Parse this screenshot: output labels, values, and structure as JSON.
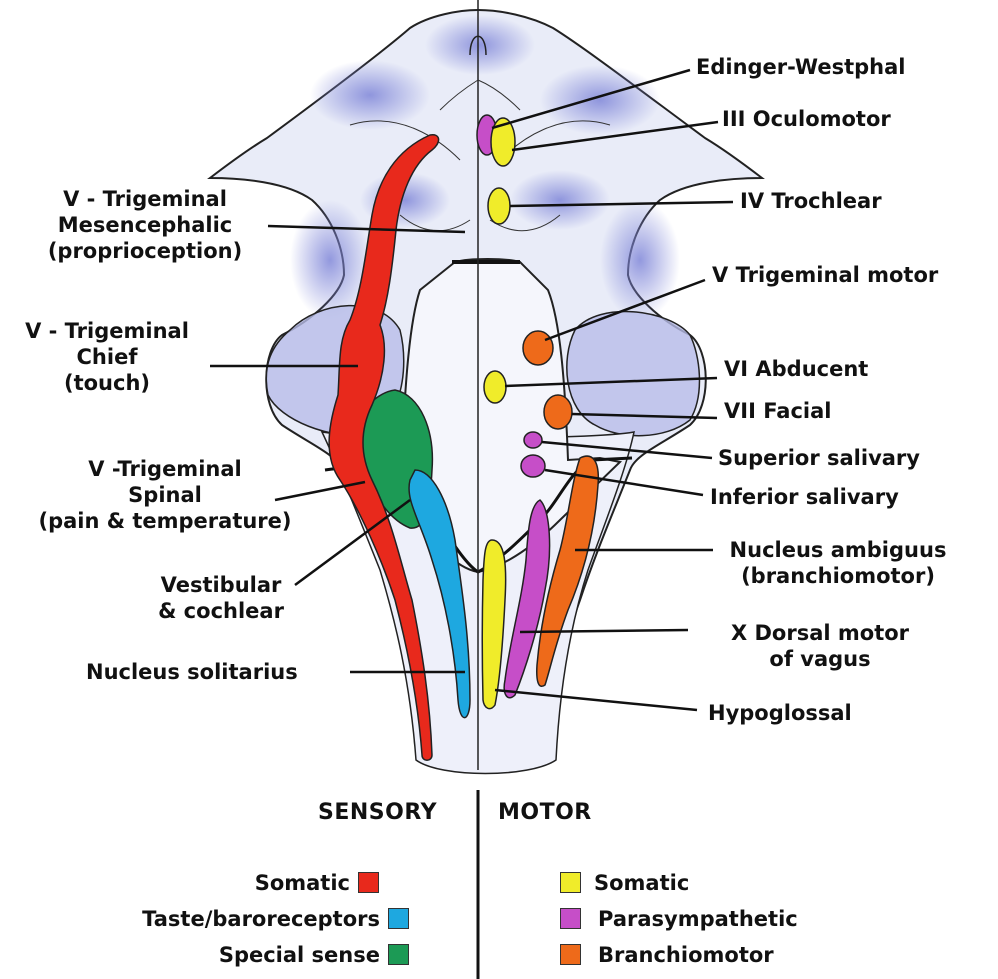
{
  "colors": {
    "sensory_somatic": "#e8291c",
    "sensory_taste": "#1ea8e0",
    "sensory_special": "#1c9a55",
    "motor_somatic": "#f0ec2a",
    "motor_parasympathetic": "#c64ec8",
    "motor_branchiomotor": "#ee6a1a",
    "brainstem_fill": "#e9ecf8",
    "brainstem_shade": "#7f86d8",
    "outline": "#222222"
  },
  "labels": {
    "edinger_westphal": "Edinger-Westphal",
    "iii_oculomotor": "III Oculomotor",
    "iv_trochlear": "IV Trochlear",
    "v_trigeminal_motor": "V Trigeminal motor",
    "vi_abducent": "VI Abducent",
    "vii_facial": "VII Facial",
    "superior_salivary": "Superior salivary",
    "inferior_salivary": "Inferior salivary",
    "nucleus_ambiguus": [
      "Nucleus ambiguus",
      "(branchiomotor)"
    ],
    "x_dorsal_motor": [
      "X Dorsal motor",
      "of vagus"
    ],
    "hypoglossal": "Hypoglossal",
    "v_mesencephalic": [
      "V - Trigeminal",
      "Mesencephalic",
      "(proprioception)"
    ],
    "v_chief": [
      "V - Trigeminal",
      "Chief",
      "(touch)"
    ],
    "v_spinal": [
      "V -Trigeminal",
      "Spinal",
      "(pain & temperature)"
    ],
    "vestibular": [
      "Vestibular",
      "& cochlear"
    ],
    "nucleus_solitarius": "Nucleus solitarius"
  },
  "legend": {
    "sensory_heading": "SENSORY",
    "motor_heading": "MOTOR",
    "sensory_items": [
      {
        "label": "Somatic",
        "color": "#e8291c"
      },
      {
        "label": "Taste/baroreceptors",
        "color": "#1ea8e0"
      },
      {
        "label": "Special sense",
        "color": "#1c9a55"
      }
    ],
    "motor_items": [
      {
        "label": "Somatic",
        "color": "#f0ec2a"
      },
      {
        "label": "Parasympathetic",
        "color": "#c64ec8"
      },
      {
        "label": "Branchiomotor",
        "color": "#ee6a1a"
      }
    ]
  }
}
